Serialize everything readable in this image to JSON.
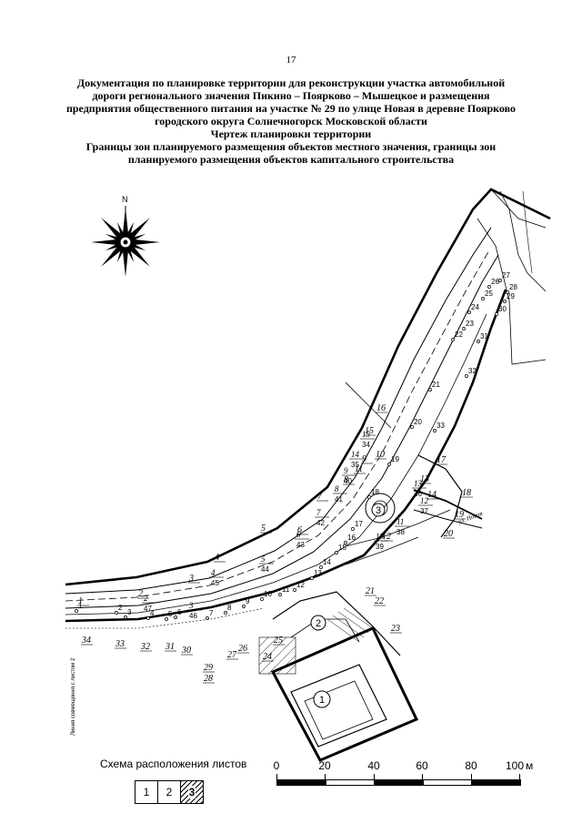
{
  "page_number": "17",
  "title_lines": [
    "Документация по планировке территории для реконструкции участка автомобильной",
    "дороги регионального значения Пикино – Поярково – Мышецкое и размещения",
    "предприятия общественного питания на участке № 29 по улице Новая в деревне Поярково",
    "городского округа Солнечногорск Московской области",
    "Чертеж планировки территории",
    "Границы зон планируемого размещения объектов местного значения, границы зон",
    "планируемого размещения объектов капитального строительства"
  ],
  "compass_label": "N",
  "street_label": "ул. Новая",
  "side_note": "Линия совмещения с листом 2",
  "objects": [
    "1",
    "2",
    "3"
  ],
  "sheet_layout": {
    "title": "Схема расположения листов",
    "sheets": [
      "1",
      "2",
      "3"
    ],
    "current": "3"
  },
  "scale": {
    "labels": [
      "0",
      "20",
      "40",
      "60",
      "80",
      "100"
    ],
    "unit": "м"
  },
  "points_red_lines": [
    "1",
    "2",
    "3",
    "4",
    "5",
    "6",
    "7",
    "8",
    "9",
    "10",
    "11",
    "12",
    "13",
    "14",
    "15",
    "16",
    "17",
    "18",
    "19",
    "20",
    "21",
    "22",
    "23",
    "24",
    "25",
    "26",
    "27",
    "28",
    "29",
    "30",
    "31",
    "32",
    "33",
    "34"
  ],
  "points_zone": [
    "1",
    "2",
    "3",
    "4",
    "5",
    "6",
    "7",
    "8",
    "9",
    "10",
    "11",
    "12",
    "13",
    "14",
    "15",
    "16",
    "17",
    "18",
    "19",
    "20",
    "21",
    "22",
    "23",
    "24",
    "25",
    "26",
    "27",
    "28",
    "29",
    "30",
    "31",
    "32",
    "33",
    "34",
    "35",
    "36",
    "37",
    "38",
    "39",
    "40",
    "41",
    "42",
    "43",
    "44",
    "45",
    "46",
    "47"
  ]
}
